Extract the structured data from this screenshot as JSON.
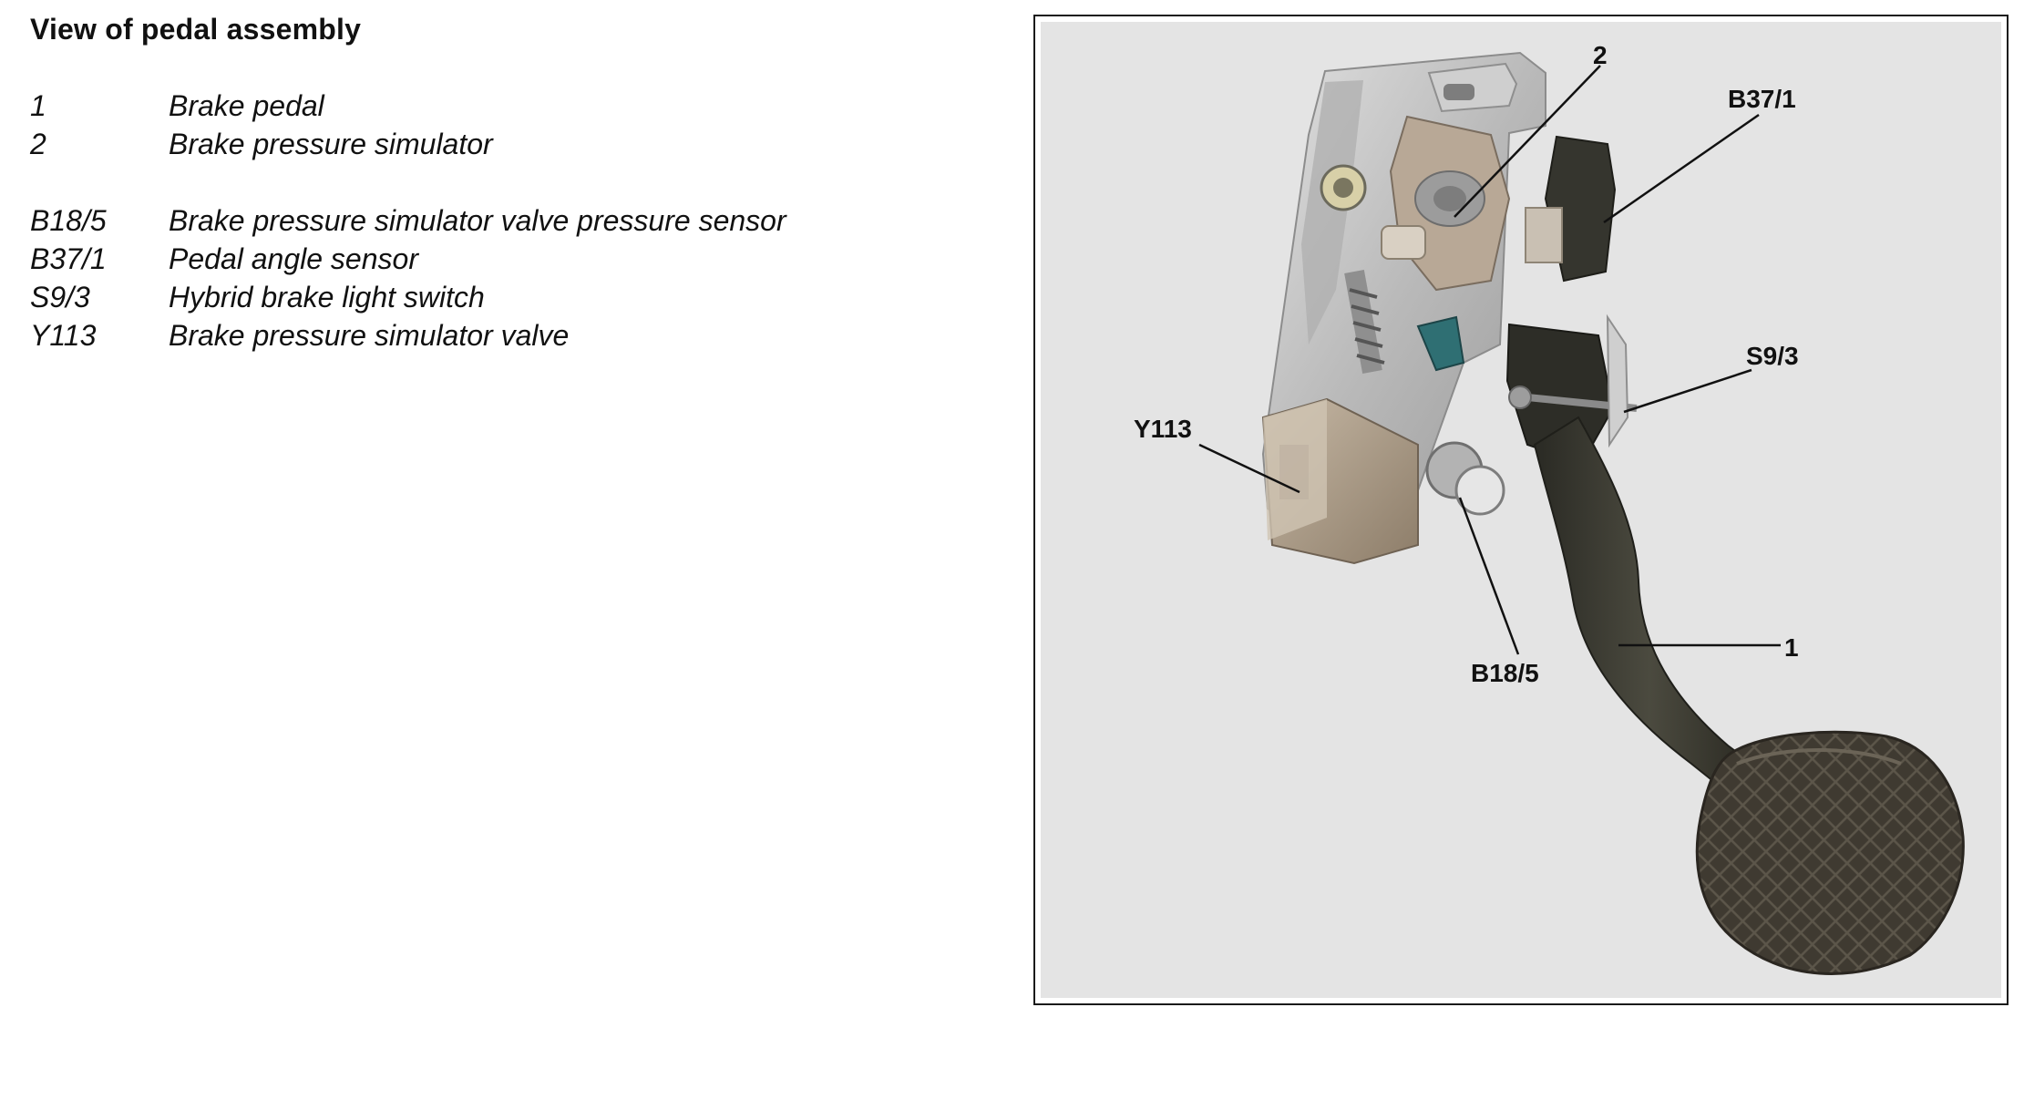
{
  "title": "View of pedal assembly",
  "legend": [
    {
      "code": "1",
      "description": "Brake pedal"
    },
    {
      "code": "2",
      "description": "Brake pressure simulator"
    },
    {
      "code": "B18/5",
      "description": "Brake pressure simulator valve pressure sensor"
    },
    {
      "code": "B37/1",
      "description": "Pedal angle sensor"
    },
    {
      "code": "S9/3",
      "description": "Hybrid brake light switch"
    },
    {
      "code": "Y113",
      "description": "Brake pressure simulator valve"
    }
  ],
  "figure": {
    "background": "#e4e4e4",
    "callouts": {
      "c2": "2",
      "b37_1": "B37/1",
      "s9_3": "S9/3",
      "y113": "Y113",
      "b18_5": "B18/5",
      "c1": "1"
    }
  }
}
